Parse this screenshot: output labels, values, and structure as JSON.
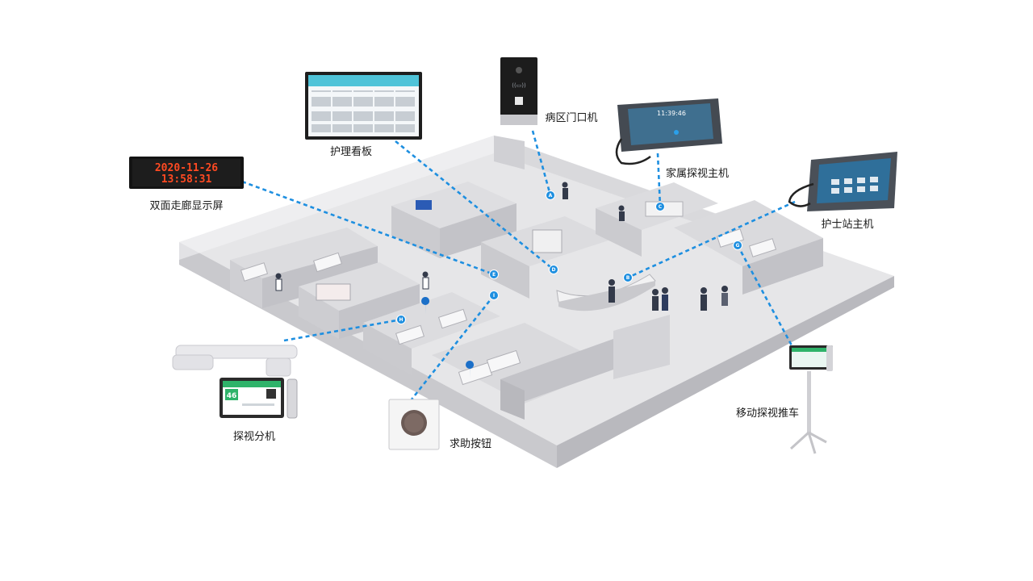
{
  "diagram": {
    "led_display": {
      "date": "2020-11-26",
      "time": "13:58:31"
    },
    "nurse_host_clock": "11:39:46",
    "visit_terminal_number": "46",
    "labels": {
      "corridor_display": "双面走廊显示屏",
      "nursing_board": "护理看板",
      "ward_door_unit": "病区门口机",
      "family_visit_host": "家属探视主机",
      "nurse_station_host": "护士站主机",
      "visit_extension": "探视分机",
      "help_button": "求助按钮",
      "mobile_visit_cart": "移动探视推车"
    },
    "markers": [
      "A",
      "B",
      "C",
      "D",
      "E",
      "G",
      "H",
      "I"
    ],
    "colors": {
      "connector": "#1e8fe0",
      "marker": "#1e8fe0",
      "led": "#ff4a22",
      "floor": "#e4e4e6",
      "wall": "#d2d2d6"
    }
  }
}
